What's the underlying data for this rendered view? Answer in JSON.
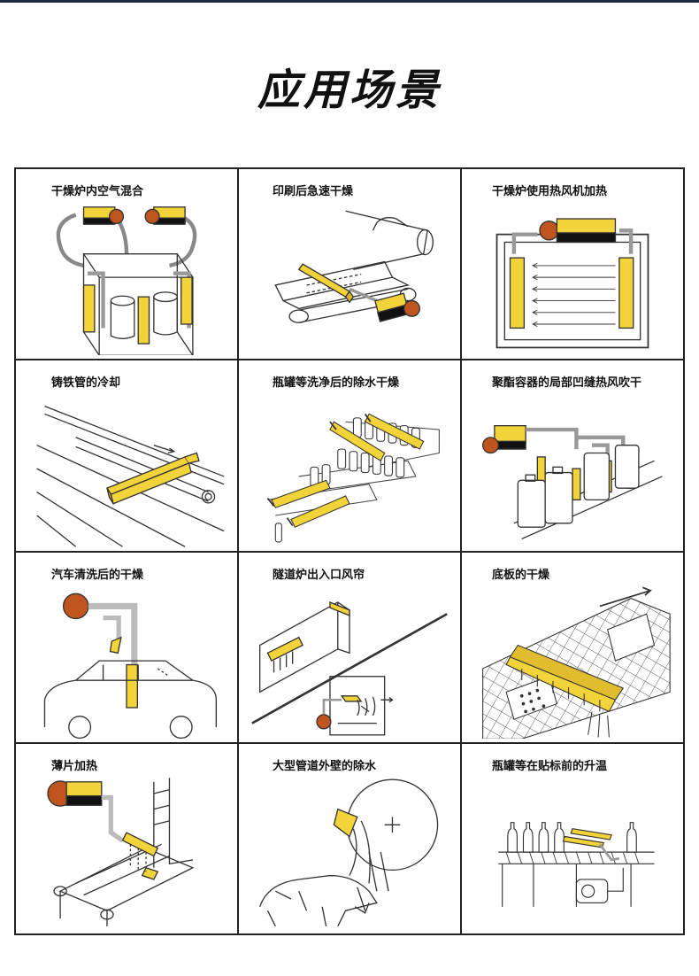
{
  "title": "应用场景",
  "colors": {
    "accent": "#f2d33a",
    "blower": "#c0541f",
    "line": "#333333",
    "border": "#222222"
  },
  "cells": [
    {
      "label": "干燥炉内空气混合",
      "icon": "hot-air-mixing-illustration"
    },
    {
      "label": "印刷后急速干燥",
      "icon": "print-drying-illustration"
    },
    {
      "label": "干燥炉使用热风机加热",
      "icon": "oven-heating-illustration"
    },
    {
      "label": "铸铁管的冷却",
      "icon": "pipe-cooling-illustration"
    },
    {
      "label": "瓶罐等洗净后的除水干燥",
      "icon": "bottle-drying-illustration"
    },
    {
      "label": "聚酯容器的局部凹缝热风吹干",
      "icon": "container-drying-illustration"
    },
    {
      "label": "汽车清洗后的干燥",
      "icon": "car-drying-illustration"
    },
    {
      "label": "隧道炉出入口风帘",
      "icon": "tunnel-air-curtain-illustration"
    },
    {
      "label": "底板的干燥",
      "icon": "board-drying-illustration"
    },
    {
      "label": "薄片加热",
      "icon": "sheet-heating-illustration"
    },
    {
      "label": "大型管道外壁的除水",
      "icon": "pipe-dewatering-illustration"
    },
    {
      "label": "瓶罐等在贴标前的升温",
      "icon": "bottle-preheat-illustration"
    }
  ]
}
